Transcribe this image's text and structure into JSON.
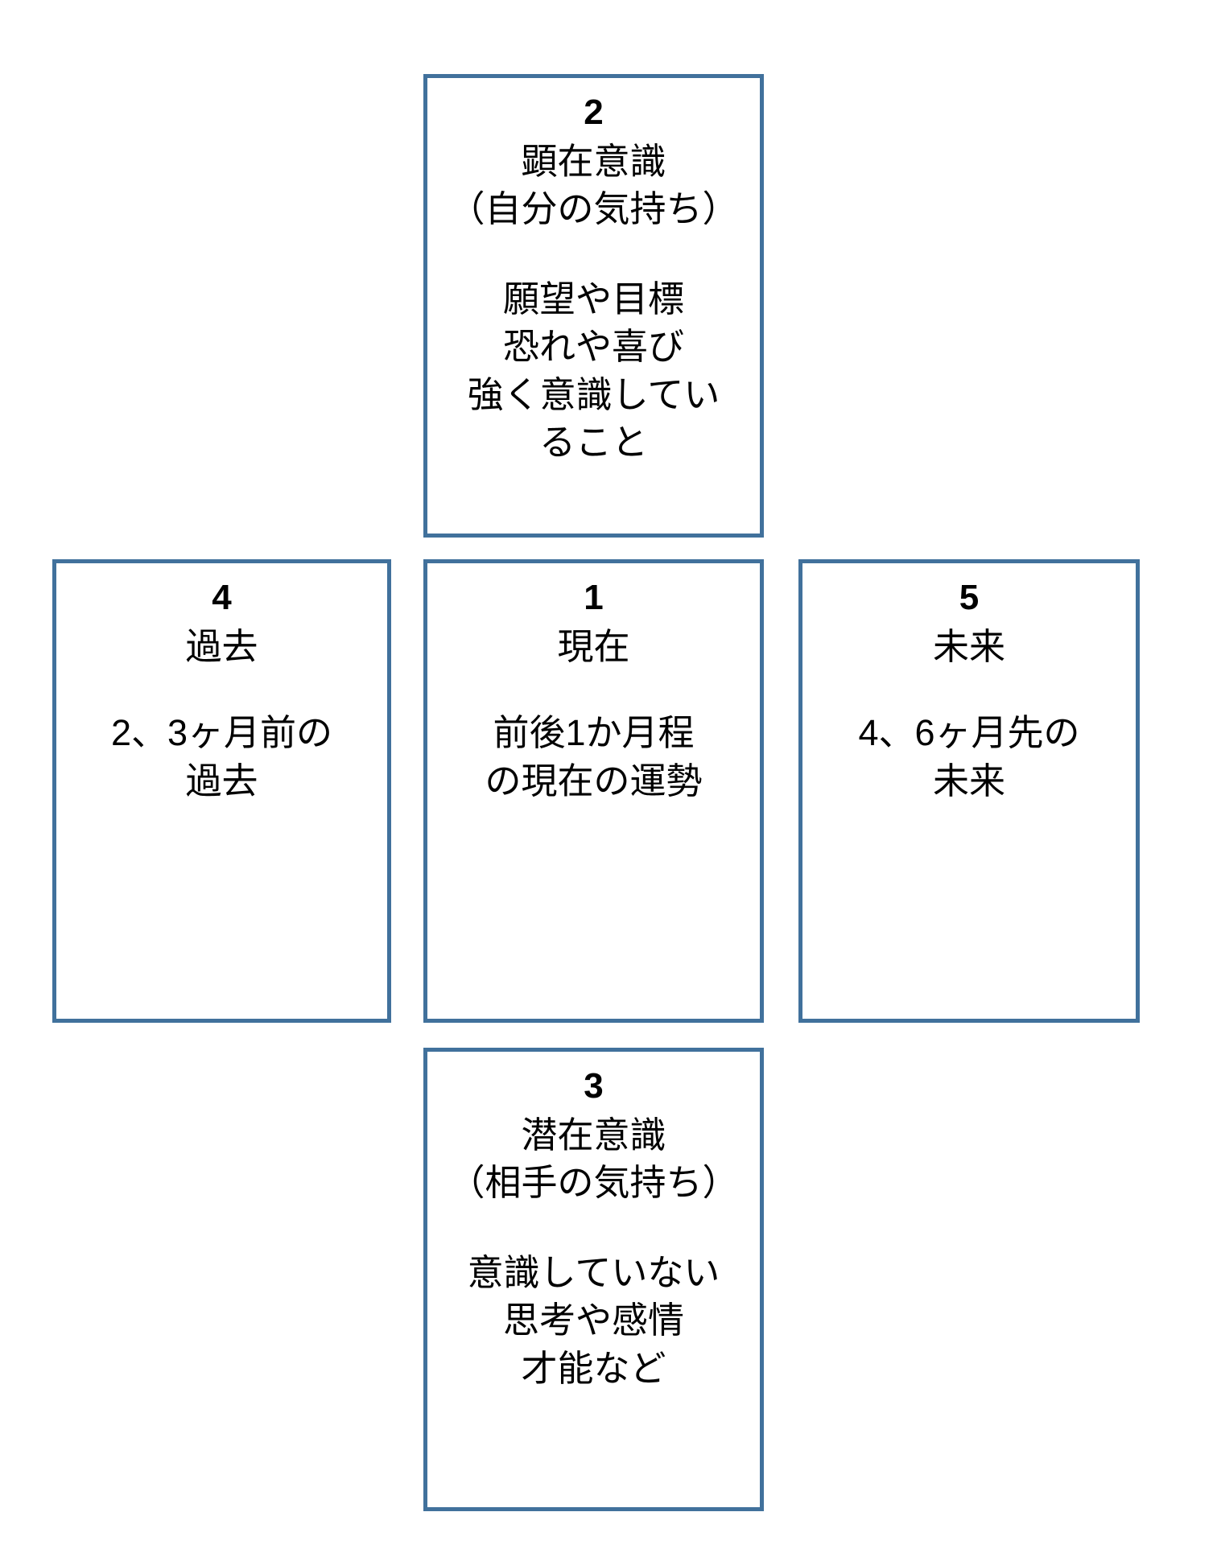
{
  "theme": {
    "card_border_color": "#41719C",
    "card_background": "#ffffff",
    "page_background": "#ffffff",
    "text_color": "#000000"
  },
  "cards": [
    {
      "id": "card-2",
      "position": "top-center",
      "number": "2",
      "title_lines": [
        "顕在意識",
        "（自分の気持ち）"
      ],
      "body_lines": [
        "願望や目標",
        "恐れや喜び",
        "強く意識してい",
        "ること"
      ]
    },
    {
      "id": "card-4",
      "position": "left",
      "number": "4",
      "title_lines": [
        "過去"
      ],
      "body_lines": [
        "2、3ヶ月前の",
        "過去"
      ]
    },
    {
      "id": "card-1",
      "position": "center",
      "number": "1",
      "title_lines": [
        "現在"
      ],
      "body_lines": [
        "前後1か月程",
        "の現在の運勢"
      ]
    },
    {
      "id": "card-5",
      "position": "right",
      "number": "5",
      "title_lines": [
        "未来"
      ],
      "body_lines": [
        "4、6ヶ月先の",
        "未来"
      ]
    },
    {
      "id": "card-3",
      "position": "bottom-center",
      "number": "3",
      "title_lines": [
        "潜在意識",
        "（相手の気持ち）"
      ],
      "body_lines": [
        "意識していない",
        "思考や感情",
        "才能など"
      ]
    }
  ]
}
